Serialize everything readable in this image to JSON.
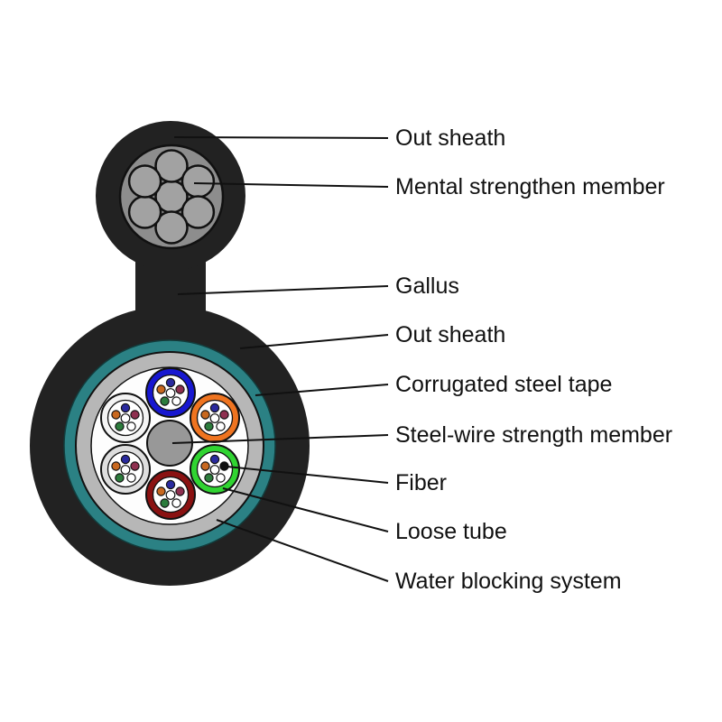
{
  "diagram": {
    "subject": "figure-8 self-supporting fiber optic cable cross-section"
  },
  "colors": {
    "background": "#ffffff",
    "sheath_black": "#222222",
    "messenger_core_gray": "#8d8d8d",
    "strand_gray": "#a2a2a2",
    "steel_tape_teal": "#2b8184",
    "water_blocking_gray": "#b7b7b7",
    "interior_white": "#fdfdfd",
    "strength_member_gray": "#989898",
    "leader_line": "#111111",
    "label_text": "#111111"
  },
  "tubes": [
    {
      "name": "loose-tube-blue",
      "color": "#1717d0",
      "right_dot": "#8f3050"
    },
    {
      "name": "loose-tube-orange",
      "color": "#ef7420",
      "right_dot": "#8f3050"
    },
    {
      "name": "loose-tube-green",
      "color": "#30d431",
      "right_dot": "#111111"
    },
    {
      "name": "loose-tube-darkred",
      "color": "#8a1111",
      "right_dot": "#8f3050"
    },
    {
      "name": "loose-tube-white-upper",
      "color": "#f4f4f4",
      "right_dot": "#8f3050"
    },
    {
      "name": "loose-tube-white-lower",
      "color": "#dedede",
      "right_dot": "#8f3050"
    }
  ],
  "fiber_dot_colors": {
    "top": "#2a2a9e",
    "left": "#c8681f",
    "bottom_left": "#2c7c3c",
    "bottom_right": "#ffffff",
    "center": "#ffffff"
  },
  "labels": [
    {
      "text": "Out sheath",
      "target": "messenger-out-sheath"
    },
    {
      "text": "Mental strengthen member",
      "target": "metal-strength-member"
    },
    {
      "text": "Gallus",
      "target": "gallus-web"
    },
    {
      "text": "Out sheath",
      "target": "cable-out-sheath"
    },
    {
      "text": "Corrugated steel tape",
      "target": "corrugated-steel-tape"
    },
    {
      "text": "Steel-wire strength member",
      "target": "steel-wire-strength-member"
    },
    {
      "text": "Fiber",
      "target": "fiber"
    },
    {
      "text": "Loose tube",
      "target": "loose-tube"
    },
    {
      "text": "Water blocking system",
      "target": "water-blocking-system"
    }
  ]
}
